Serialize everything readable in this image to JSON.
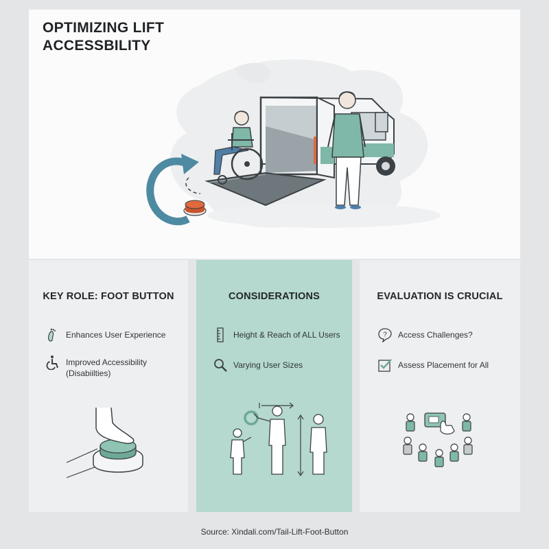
{
  "title": "OPTIMIZING LIFT ACCESSBILITY",
  "panels": [
    {
      "heading": "KEY ROLE: FOOT BUTTON",
      "items": [
        {
          "icon": "footprint-icon",
          "text": "Enhances User Experience"
        },
        {
          "icon": "wheelchair-icon",
          "text": "Improved Accessibility (Disabiilties)"
        }
      ]
    },
    {
      "heading": "CONSIDERATIONS",
      "items": [
        {
          "icon": "ruler-icon",
          "text": "Height & Reach of ALL Users"
        },
        {
          "icon": "magnifier-icon",
          "text": "Varying User Sizes"
        }
      ]
    },
    {
      "heading": "EVALUATION IS CRUCIAL",
      "items": [
        {
          "icon": "question-bubble-icon",
          "text": "Access Challenges?"
        },
        {
          "icon": "checkbox-icon",
          "text": "Assess Placement for All"
        }
      ]
    }
  ],
  "source": "Source: Xindali.com/Tail-Lift-Foot-Button",
  "colors": {
    "teal": "#7fb8a8",
    "panel_teal": "#b5d8cf",
    "blue_arrow": "#4f8aa3",
    "orange_button": "#e0693f"
  }
}
